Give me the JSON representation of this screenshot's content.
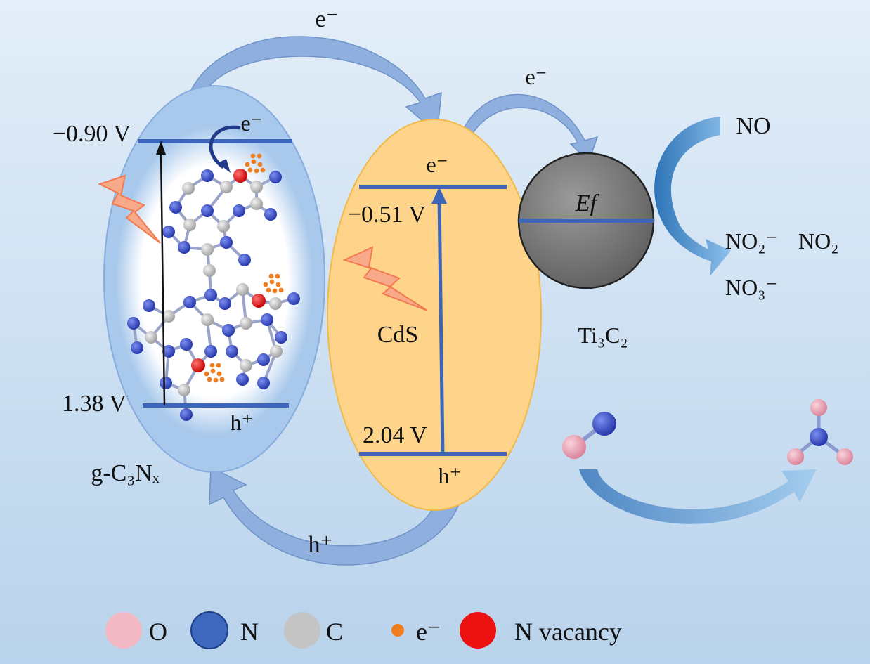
{
  "colors": {
    "background_top": "#e3eef8",
    "background_bottom": "#b9d3ec",
    "gcn_ellipse": "#a9c9ec",
    "cds_ellipse": "#fdd48a",
    "ti3c2_sphere": "#7a7a7a",
    "band_line": "#3e66b8",
    "arrow_fill": "#8fb0de",
    "nitrogen": "#3b4fc7",
    "carbon": "#c8c8c8",
    "oxygen": "#f0a3b4",
    "vacancy": "#e8141b",
    "electron": "#f07d1e",
    "lightning": "#f7a98a"
  },
  "icons": [
    "lightning-icon",
    "lightning-icon"
  ],
  "labels": {
    "e_top": "e⁻",
    "e_ti": "e⁻",
    "e_gcn": "e⁻",
    "e_cds": "e⁻",
    "gcn_cb": "−0.90 V",
    "gcn_vb": "1.38 V",
    "cds_cb": "−0.51 V",
    "cds_vb": "2.04 V",
    "h_gcn": "h⁺",
    "h_cds": "h⁺",
    "h_bottom": "h⁺",
    "gcn_name": "g-C₃Nₓ",
    "cds_name": "CdS",
    "ti_name": "Ti₃C₂",
    "fermi": "Ef",
    "no": "NO",
    "no2minus": "NO₂⁻",
    "no2": "NO₂",
    "no3minus": "NO₃⁻"
  },
  "legend": [
    {
      "label": "O",
      "color": "#f2b9c4"
    },
    {
      "label": "N",
      "color": "#3d68bd"
    },
    {
      "label": "C",
      "color": "#c4c4c4"
    },
    {
      "label": "e⁻",
      "color": "#f07d1e"
    },
    {
      "label": "N vacancy",
      "color": "#ee1111"
    }
  ]
}
